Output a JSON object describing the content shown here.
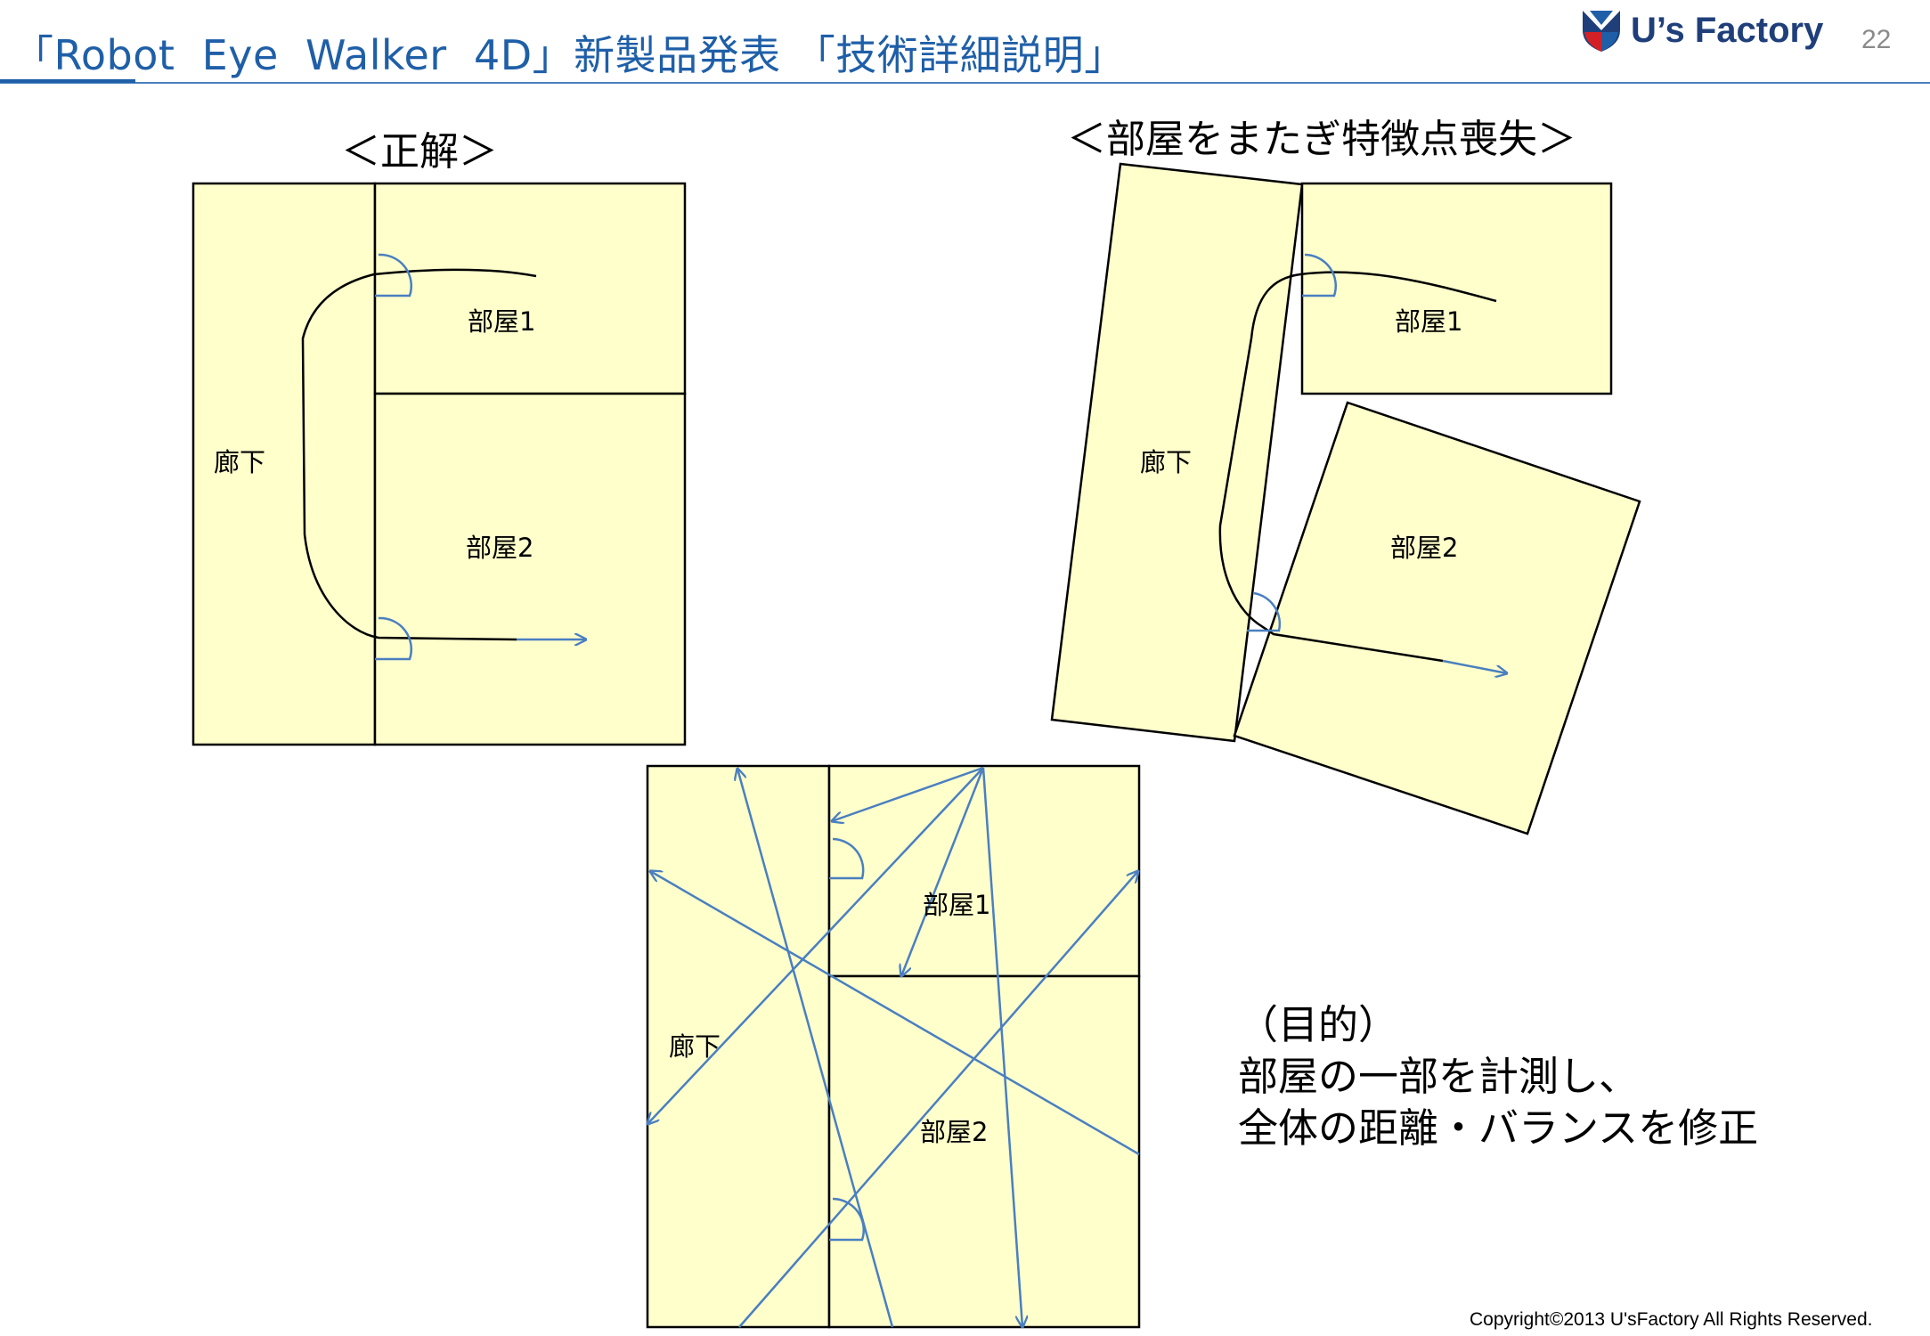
{
  "header": {
    "title": "「Robot  Eye  Walker  4D」新製品発表 「技術詳細説明」",
    "logo_text": "U’s Factory",
    "page_number": "22"
  },
  "panels": {
    "correct": {
      "title": "＜正解＞",
      "labels": {
        "room1": "部屋1",
        "room2": "部屋2",
        "corridor": "廊下"
      }
    },
    "lost": {
      "title": "＜部屋をまたぎ特徴点喪失＞",
      "labels": {
        "room1": "部屋1",
        "room2": "部屋2",
        "corridor": "廊下"
      }
    },
    "measured": {
      "labels": {
        "room1": "部屋1",
        "room2": "部屋2",
        "corridor": "廊下"
      }
    }
  },
  "purpose": {
    "heading": "（目的）",
    "line1": "部屋の一部を計測し、",
    "line2": "全体の距離・バランスを修正"
  },
  "footer": {
    "copyright": "Copyright©2013  U'sFactory All Rights Reserved."
  },
  "colors": {
    "title_blue": "#1f5fa8",
    "room_fill": "#ffffcc",
    "arrow_blue": "#4a7fc0",
    "outline": "#000000"
  }
}
